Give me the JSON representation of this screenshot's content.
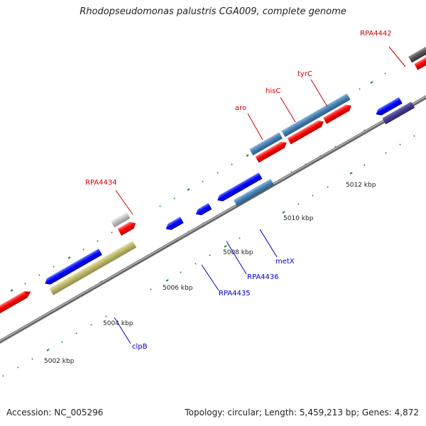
{
  "title": "Rhodopseudomonas palustris CGA009, complete genome",
  "footer": {
    "accession": "Accession: NC_005296",
    "summary": "Topology: circular; Length: 5,459,213 bp; Genes: 4,872"
  },
  "scale_labels": [
    "5002 kbp",
    "5004 kbp",
    "5006 kbp",
    "5008 kbp",
    "5010 kbp",
    "5012 kbp"
  ],
  "gene_labels": [
    "RPA4442",
    "tyrC",
    "hisC",
    "aro",
    "RPA4434",
    "metX",
    "RPA4436",
    "RPA4435",
    "clpB"
  ],
  "colors": {
    "backbone": "#888888",
    "forward_cds": "#ff0000",
    "reverse_cds": "#0000ff",
    "forward_gene": "#4682b4",
    "reverse_gene": "#4682b4",
    "other_gene": "#c0c0c0",
    "dark_gene": "#555555",
    "rrna": "#bdb76b",
    "purple_gene": "#483d8b",
    "tick_major": "#2e8b2e",
    "label_red": "#cc0000",
    "label_blue": "#0000cc"
  }
}
